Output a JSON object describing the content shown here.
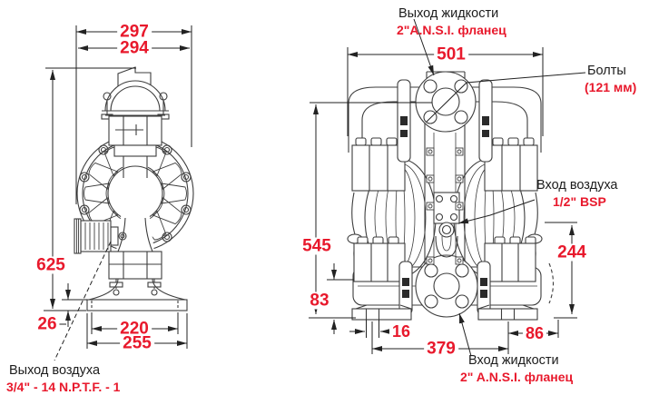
{
  "colors": {
    "dimension_red": "#e8192c",
    "line": "#3d3d3d",
    "text": "#1c1c1c",
    "background": "#ffffff"
  },
  "callouts": {
    "liquid_outlet": {
      "label": "Выход жидкости",
      "spec": "2\"A.N.S.I. фланец"
    },
    "bolts": {
      "label": "Болты",
      "spec": "(121 мм)"
    },
    "air_inlet": {
      "label": "Вход воздуха",
      "spec": "1/2\" BSP"
    },
    "liquid_inlet": {
      "label": "Вход жидкости",
      "spec": "2\" A.N.S.I. фланец"
    },
    "air_outlet": {
      "label": "Выход воздуха",
      "spec": "3/4\" - 14 N.P.T.F. - 1"
    }
  },
  "dimensions_mm": {
    "side_view": {
      "width_overall": "297",
      "width_body": "294",
      "height_overall": "625",
      "base_thickness": "26",
      "base_holes_span": "220",
      "base_width": "255"
    },
    "front_view": {
      "width_overall": "501",
      "outlet_center_height": "545",
      "inlet_manifold_height": "83",
      "air_inlet_height": "244",
      "base_slot_width": "16",
      "feet_span": "379",
      "foot_to_edge": "86"
    }
  }
}
